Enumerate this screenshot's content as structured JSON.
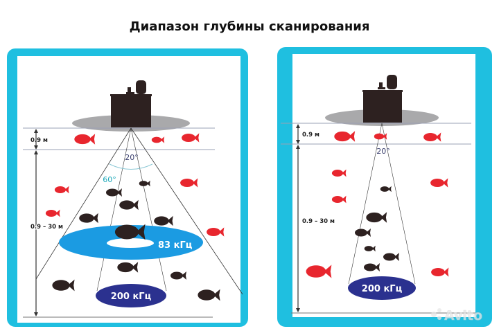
{
  "title": "Диапазон глубины сканирования",
  "colors": {
    "frame": "#1fbfe0",
    "fish_red": "#e8262e",
    "fish_dark": "#2d2120",
    "ring_83": "#1b9be2",
    "ellipse_200": "#2b318f",
    "angle_60": "#19a7b8",
    "boat": "#2d2120",
    "boat_shadow": "#a9a9ab"
  },
  "left_panel": {
    "depth_top": "0.9 м",
    "depth_range": "0.9 – 30 м",
    "angle_narrow": "20°",
    "angle_wide": "60°",
    "freq_wide": "83 кГц",
    "freq_narrow": "200 кГц"
  },
  "right_panel": {
    "depth_top": "0.9 м",
    "depth_range": "0.9 – 30 м",
    "angle_narrow": "20°",
    "freq_narrow": "200 кГц"
  },
  "watermark": "Avito"
}
